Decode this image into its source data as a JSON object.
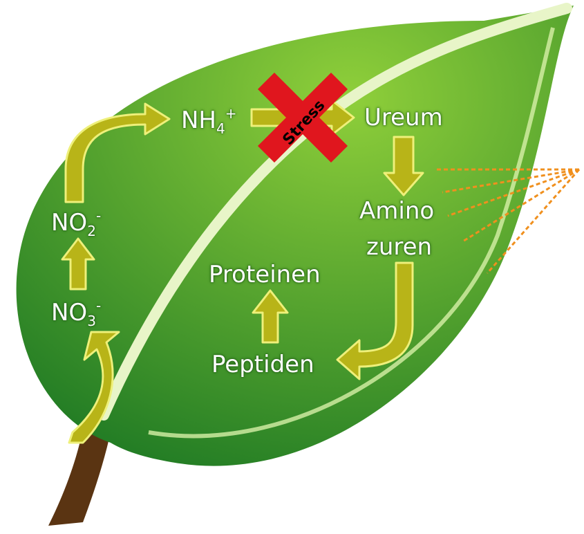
{
  "labels": {
    "nh4": "NH",
    "nh4_sub": "4",
    "nh4_sup": "+",
    "no2": "NO",
    "no2_sub": "2",
    "no2_sup": "-",
    "no3": "NO",
    "no3_sub": "3",
    "no3_sup": "-",
    "ureum": "Ureum",
    "amino_line1": "Amino",
    "amino_line2": "zuren",
    "proteinen": "Proteinen",
    "peptiden": "Peptiden",
    "stress": "Stress"
  },
  "colors": {
    "leaf_light": "#8fcf3a",
    "leaf_dark": "#1f7a24",
    "vein": "#e8f5c8",
    "stem": "#5a3412",
    "arrow_fill": "#b8b418",
    "arrow_stroke": "#eef07a",
    "cross": "#e0161e",
    "rays": "#f0901e"
  },
  "icons": {
    "blocked": "red-x-cross-icon",
    "light": "sun-rays-icon"
  }
}
